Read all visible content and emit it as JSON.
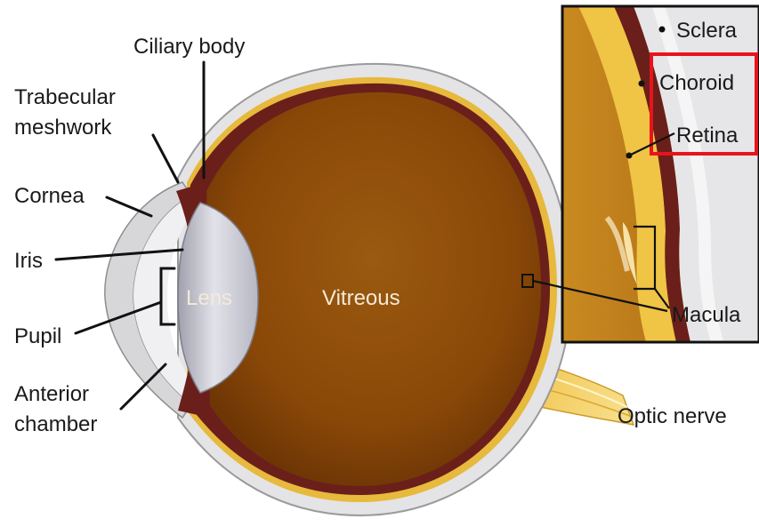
{
  "labels": {
    "ciliary_body": "Ciliary body",
    "trabecular_line1": "Trabecular",
    "trabecular_line2": "meshwork",
    "cornea": "Cornea",
    "iris": "Iris",
    "pupil": "Pupil",
    "anterior_line1": "Anterior",
    "anterior_line2": "chamber",
    "lens": "Lens",
    "vitreous": "Vitreous",
    "optic_nerve": "Optic nerve",
    "sclera": "Sclera",
    "choroid": "Choroid",
    "retina": "Retina",
    "macula": "Macula"
  },
  "colors": {
    "vitreous": "#8a4a08",
    "choroid": "#6b1f1a",
    "retina": "#e7b93c",
    "sclera": "#e6e6e6",
    "lens": "#cfd0d8",
    "highlight_box": "#e8141c"
  }
}
